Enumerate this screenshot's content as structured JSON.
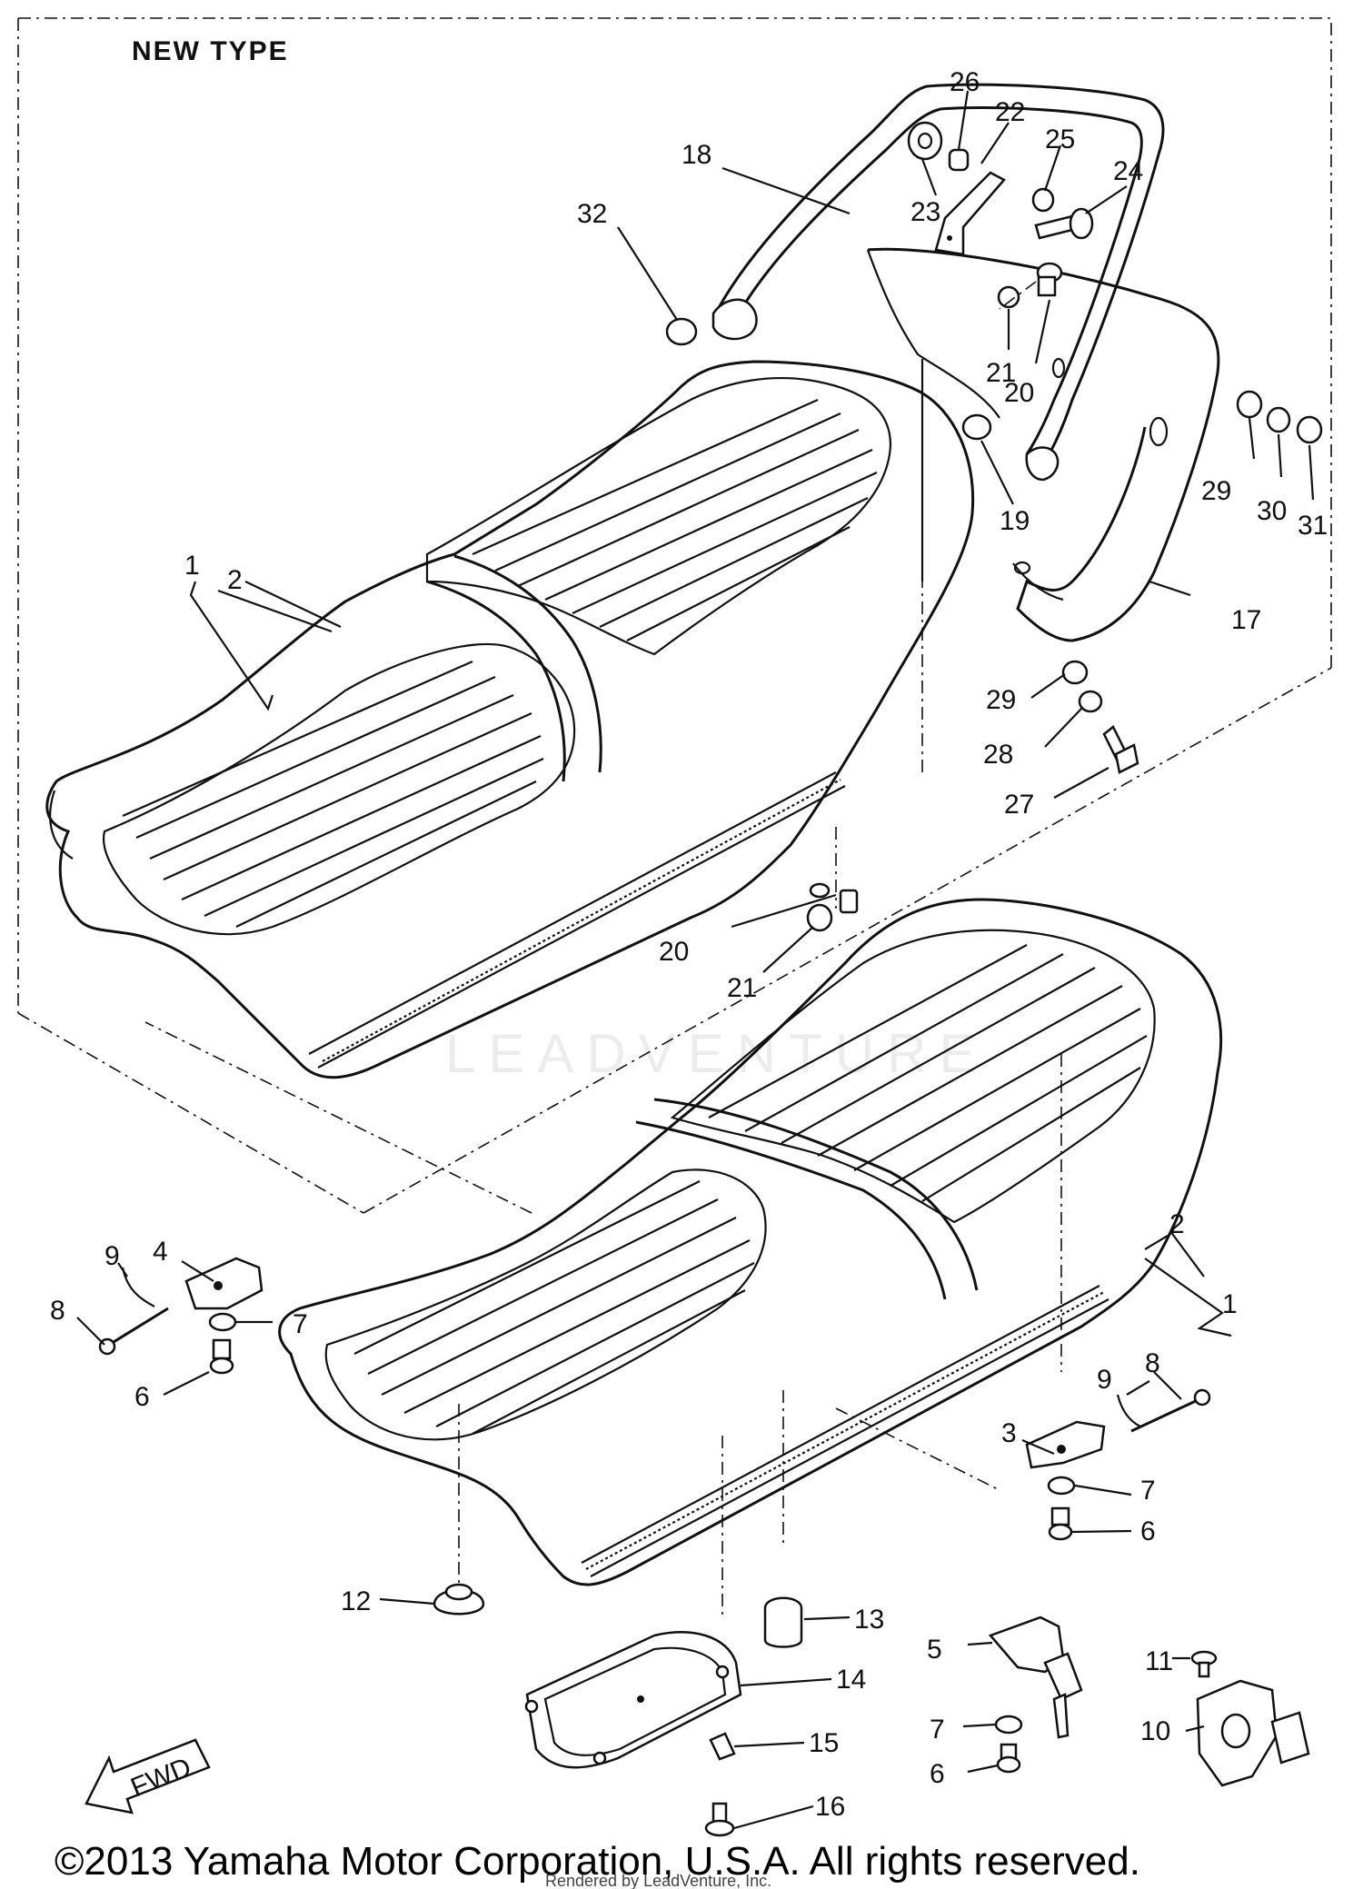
{
  "diagram": {
    "type_label": "NEW TYPE",
    "fwd_label": "FWD",
    "watermark": "LEADVENTURE",
    "copyright": "©2013 Yamaha Motor Corporation, U.S.A. All rights reserved.",
    "rendered_by": "Rendered by LeadVenture, Inc.",
    "callouts": {
      "c1_upper": "1",
      "c2_upper": "2",
      "c17": "17",
      "c18": "18",
      "c19": "19",
      "c20_top": "20",
      "c21_top": "21",
      "c22": "22",
      "c23": "23",
      "c24": "24",
      "c25": "25",
      "c26": "26",
      "c27": "27",
      "c28": "28",
      "c29_right": "29",
      "c29_low": "29",
      "c30": "30",
      "c31": "31",
      "c32": "32",
      "c20_mid": "20",
      "c21_mid": "21",
      "c1_lower": "1",
      "c2_lower": "2",
      "c3": "3",
      "c4": "4",
      "c5": "5",
      "c6_left": "6",
      "c6_right": "6",
      "c6_bottom": "6",
      "c7_left": "7",
      "c7_right": "7",
      "c7_bottom": "7",
      "c8_left": "8",
      "c8_right": "8",
      "c9_left": "9",
      "c9_right": "9",
      "c10": "10",
      "c11": "11",
      "c12": "12",
      "c13": "13",
      "c14": "14",
      "c15": "15",
      "c16": "16"
    }
  }
}
